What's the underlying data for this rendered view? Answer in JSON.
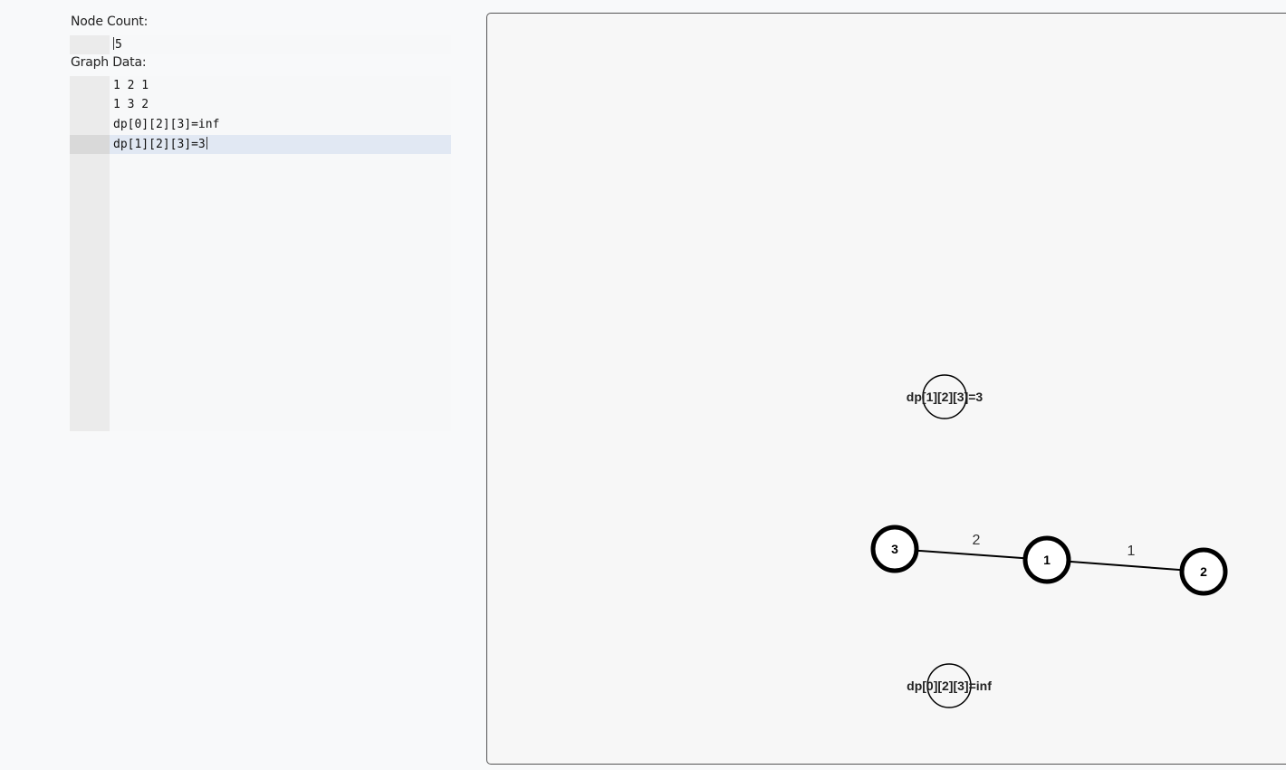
{
  "node_count": {
    "label": "Node Count:",
    "value": "5"
  },
  "graph_data": {
    "label": "Graph Data:",
    "lines": [
      "1 2 1",
      "1 3 2",
      "dp[0][2][3]=inf",
      "dp[1][2][3]=3"
    ]
  },
  "graph": {
    "nodes": [
      {
        "id": "3",
        "label": "3"
      },
      {
        "id": "1",
        "label": "1"
      },
      {
        "id": "2",
        "label": "2"
      }
    ],
    "edges": [
      {
        "from": "1",
        "to": "2",
        "weight": "1"
      },
      {
        "from": "1",
        "to": "3",
        "weight": "2"
      }
    ],
    "annotations": [
      {
        "text": "dp[1][2][3]=3"
      },
      {
        "text": "dp[0][2][3]=inf"
      }
    ]
  }
}
